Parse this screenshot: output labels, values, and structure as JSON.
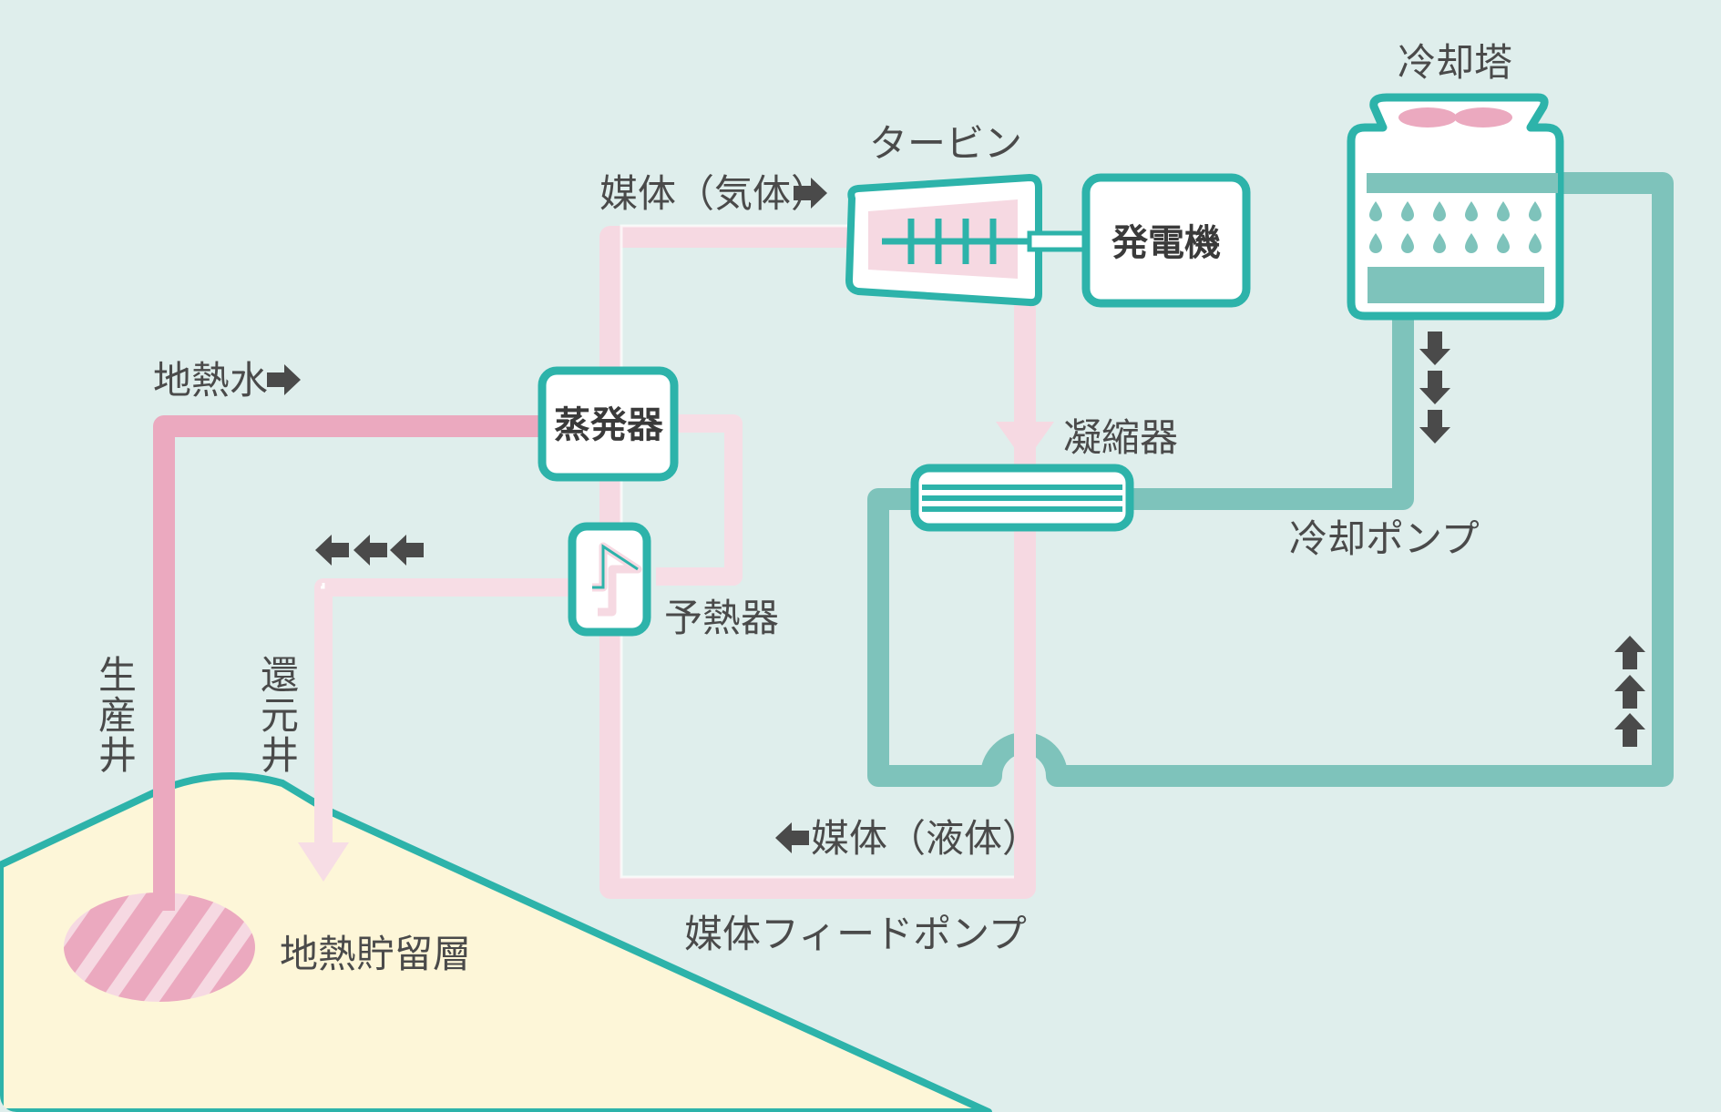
{
  "labels": {
    "geothermal_water": "地熱水",
    "medium_gas": "媒体（気体）",
    "medium_liquid": "媒体（液体）",
    "turbine": "タービン",
    "generator": "発電機",
    "evaporator": "蒸発器",
    "preheater": "予熱器",
    "condenser": "凝縮器",
    "cooling_tower": "冷却塔",
    "cooling_pump": "冷却ポンプ",
    "feed_pump": "媒体フィードポンプ",
    "reservoir": "地熱貯留層",
    "production_well": [
      "生",
      "産",
      "井"
    ],
    "reinjection_well": [
      "還",
      "元",
      "井"
    ]
  },
  "colors": {
    "background": "#dfeeec",
    "ground": "#fdf6d8",
    "ground_edge": "#2db3aa",
    "geothermal_pipe": "#eba9bf",
    "medium_pipe": "#f6d9e2",
    "return_pipe": "#f7dde5",
    "cooling_pipe": "#7ec3bb",
    "equipment_border": "#2db3aa",
    "arrow": "#4a4a4a"
  }
}
